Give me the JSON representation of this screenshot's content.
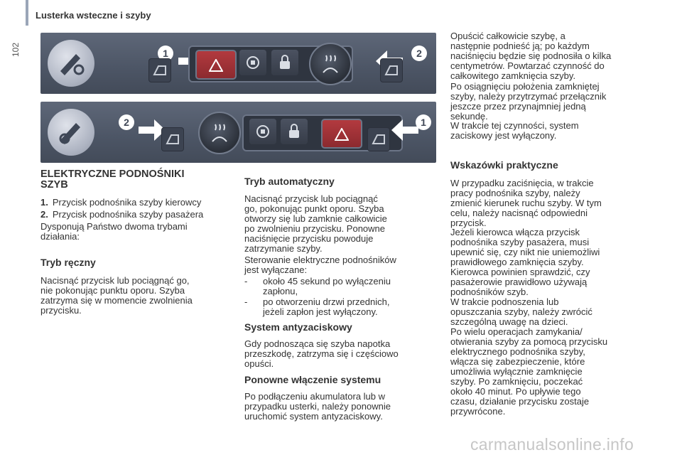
{
  "header": {
    "title": "Lusterka wsteczne i szyby",
    "page_number": "102"
  },
  "figure_top": {
    "badge_left": "1",
    "badge_right": "2"
  },
  "figure_bottom": {
    "badge_left": "2",
    "badge_right": "1"
  },
  "section_main": {
    "title_line1": "ELEKTRYCZNE PODNOŚNIKI",
    "title_line2": "SZYB",
    "items": [
      {
        "num": "1.",
        "text": "Przycisk podnośnika szyby kierowcy"
      },
      {
        "num": "2.",
        "text": "Przycisk podnośnika szyby pasażera"
      }
    ],
    "intro": [
      "Dysponują Państwo dwoma trybami",
      "działania:"
    ]
  },
  "tryb_reczny": {
    "title": "Tryb ręczny",
    "text": [
      "Nacisnąć przycisk lub pociągnąć go,",
      "nie pokonując punktu oporu. Szyba",
      "zatrzyma się w momencie zwolnienia",
      "przycisku."
    ]
  },
  "tryb_automatyczny": {
    "title": "Tryb automatyczny",
    "text1": [
      "Nacisnąć przycisk lub pociągnąć",
      "go, pokonując punkt oporu. Szyba",
      "otworzy się lub zamknie całkowicie",
      "po zwolnieniu przycisku. Ponowne",
      "naciśnięcie przycisku powoduje",
      "zatrzymanie szyby."
    ],
    "text2": [
      "Sterowanie elektryczne podnośników",
      "jest wyłączane:"
    ],
    "bullets": [
      {
        "dash": "-",
        "lines": [
          "około 45 sekund po wyłączeniu",
          "zapłonu,"
        ]
      },
      {
        "dash": "-",
        "lines": [
          "po otworzeniu drzwi przednich,",
          "jeżeli zapłon jest wyłączony."
        ]
      }
    ]
  },
  "system_antyzaciskowy": {
    "title": "System antyzaciskowy",
    "text": [
      "Gdy podnosząca się szyba napotka",
      "przeszkodę, zatrzyma się i częściowo",
      "opuści."
    ]
  },
  "ponowne_wlaczenie": {
    "title": "Ponowne włączenie systemu",
    "text": [
      "Po podłączeniu akumulatora lub w",
      "przypadku usterki, należy ponownie",
      "uruchomić system antyzaciskowy."
    ]
  },
  "right_column": {
    "p1": [
      "Opuścić całkowicie szybę, a",
      "następnie podnieść ją; po każdym",
      "naciśnięciu będzie się podnosiła o kilka",
      "centymetrów. Powtarzać czynność do",
      "całkowitego zamknięcia szyby."
    ],
    "p2": [
      "Po osiągnięciu położenia zamkniętej",
      "szyby, należy przytrzymać przełącznik",
      "jeszcze przez przynajmniej jedną",
      "sekundę."
    ],
    "p3": [
      "W trakcie tej czynności, system",
      "zaciskowy jest wyłączony."
    ]
  },
  "wskazowki": {
    "title": "Wskazówki praktyczne",
    "p1": [
      "W przypadku zaciśnięcia, w trakcie",
      "pracy podnośnika szyby, należy",
      "zmienić kierunek ruchu szyby. W tym",
      "celu, należy nacisnąć odpowiedni",
      "przycisk."
    ],
    "p2": [
      "Jeżeli kierowca włącza przycisk",
      "podnośnika szyby pasażera, musi",
      "upewnić się, czy nikt nie uniemożliwi",
      "prawidłowego zamknięcia szyby."
    ],
    "p3": [
      "Kierowca powinien sprawdzić, czy",
      "pasażerowie prawidłowo używają",
      "podnośników szyb."
    ],
    "p4": [
      "W trakcie podnoszenia lub",
      "opuszczania szyby, należy zwrócić",
      "szczególną uwagę na dzieci."
    ],
    "p5": [
      "Po wielu operacjach zamykania/",
      "otwierania szyby za pomocą przycisku",
      "elektrycznego podnośnika szyby,",
      "włącza się zabezpieczenie, które",
      "umożliwia wyłącznie zamknięcie",
      "szyby. Po zamknięciu, poczekać",
      "około 40 minut. Po upływie tego",
      "czasu, działanie przycisku zostaje",
      "przywrócone."
    ]
  },
  "watermark": "carmanualsonline.info"
}
